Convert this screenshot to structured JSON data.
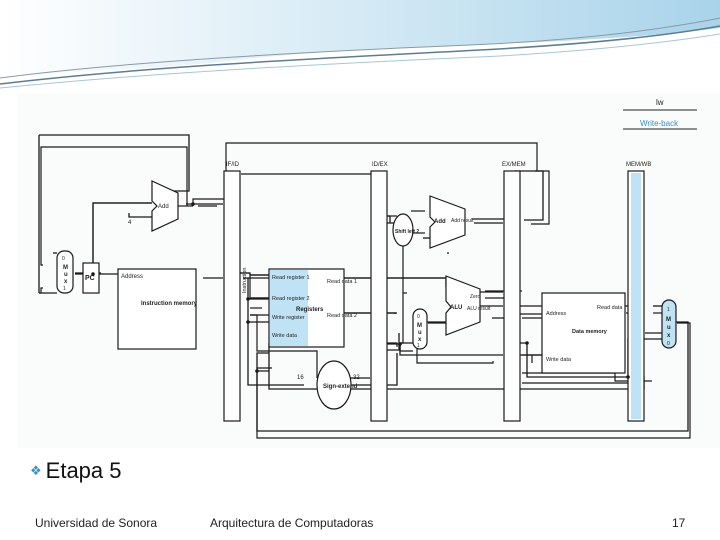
{
  "bullet": {
    "text": "Etapa 5"
  },
  "footer": {
    "left": "Universidad de Sonora",
    "center": "Arquitectura de Computadoras",
    "page_number": "17"
  },
  "diagram": {
    "legend": {
      "instruction": "lw",
      "stage": "Write-back"
    },
    "pipeline_registers": [
      "IF/ID",
      "ID/EX",
      "EX/MEM",
      "MEM/WB"
    ],
    "pc_label": "PC",
    "constant_four": "4",
    "adder_label": "Add",
    "branch_adder": {
      "label": "Add",
      "result": "Add result"
    },
    "shift_left": "Shift left 2",
    "instruction_label": "Instruction",
    "instruction_memory": {
      "address": "Address",
      "name": "Instruction memory"
    },
    "registers": {
      "title": "Registers",
      "read_reg1": "Read register 1",
      "read_reg2": "Read register 2",
      "write_reg": "Write register",
      "write_data": "Write data",
      "read_data1": "Read data 1",
      "read_data2": "Read data 2"
    },
    "alu": {
      "label": "ALU",
      "zero": "Zero",
      "result": "ALU result"
    },
    "data_memory": {
      "address": "Address",
      "read_data": "Read data",
      "name": "Data memory",
      "write_data": "Write data"
    },
    "sign_extend": {
      "label": "Sign-extend",
      "in_bits": "16",
      "out_bits": "32"
    },
    "mux_pc": [
      "0",
      "M",
      "u",
      "x",
      "1"
    ],
    "mux_alu": [
      "0",
      "M",
      "u",
      "x",
      "1"
    ],
    "mux_wb": [
      "1",
      "M",
      "u",
      "x",
      "0"
    ]
  },
  "colors": {
    "accent": "#3a8fc0",
    "highlight": "#bfe3f5",
    "wire": "#1a1a1a"
  }
}
